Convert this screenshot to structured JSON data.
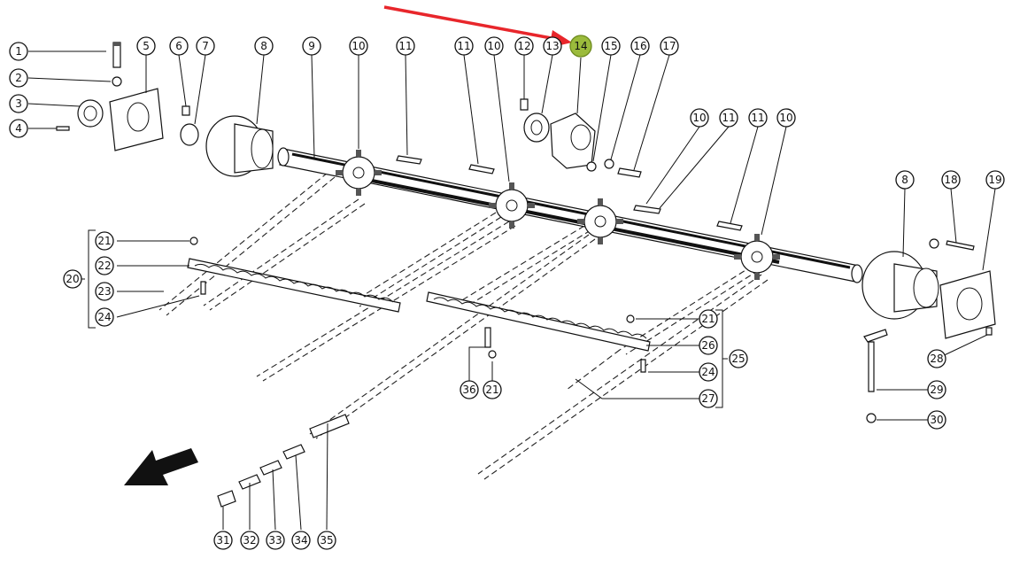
{
  "diagram": {
    "highlight_color": "#9bbb3c",
    "arrow_color": "#e8262b",
    "highlighted_part": "14",
    "callouts": [
      {
        "id": "c1",
        "label": "1"
      },
      {
        "id": "c2",
        "label": "2"
      },
      {
        "id": "c3",
        "label": "3"
      },
      {
        "id": "c4",
        "label": "4"
      },
      {
        "id": "c5",
        "label": "5"
      },
      {
        "id": "c6",
        "label": "6"
      },
      {
        "id": "c7",
        "label": "7"
      },
      {
        "id": "c8a",
        "label": "8"
      },
      {
        "id": "c9",
        "label": "9"
      },
      {
        "id": "c10a",
        "label": "10"
      },
      {
        "id": "c11a",
        "label": "11"
      },
      {
        "id": "c11b",
        "label": "11"
      },
      {
        "id": "c10b",
        "label": "10"
      },
      {
        "id": "c12",
        "label": "12"
      },
      {
        "id": "c13",
        "label": "13"
      },
      {
        "id": "c14",
        "label": "14"
      },
      {
        "id": "c15",
        "label": "15"
      },
      {
        "id": "c16",
        "label": "16"
      },
      {
        "id": "c17",
        "label": "17"
      },
      {
        "id": "c10c",
        "label": "10"
      },
      {
        "id": "c11c",
        "label": "11"
      },
      {
        "id": "c11d",
        "label": "11"
      },
      {
        "id": "c10d",
        "label": "10"
      },
      {
        "id": "c8b",
        "label": "8"
      },
      {
        "id": "c18",
        "label": "18"
      },
      {
        "id": "c19",
        "label": "19"
      },
      {
        "id": "c21a",
        "label": "21"
      },
      {
        "id": "c20",
        "label": "20"
      },
      {
        "id": "c22",
        "label": "22"
      },
      {
        "id": "c23",
        "label": "23"
      },
      {
        "id": "c24a",
        "label": "24"
      },
      {
        "id": "c21b",
        "label": "21"
      },
      {
        "id": "c26",
        "label": "26"
      },
      {
        "id": "c25",
        "label": "25"
      },
      {
        "id": "c24b",
        "label": "24"
      },
      {
        "id": "c27",
        "label": "27"
      },
      {
        "id": "c36",
        "label": "36"
      },
      {
        "id": "c21c",
        "label": "21"
      },
      {
        "id": "c28",
        "label": "28"
      },
      {
        "id": "c29",
        "label": "29"
      },
      {
        "id": "c30",
        "label": "30"
      },
      {
        "id": "c31",
        "label": "31"
      },
      {
        "id": "c32",
        "label": "32"
      },
      {
        "id": "c33",
        "label": "33"
      },
      {
        "id": "c34",
        "label": "34"
      },
      {
        "id": "c35",
        "label": "35"
      }
    ]
  }
}
